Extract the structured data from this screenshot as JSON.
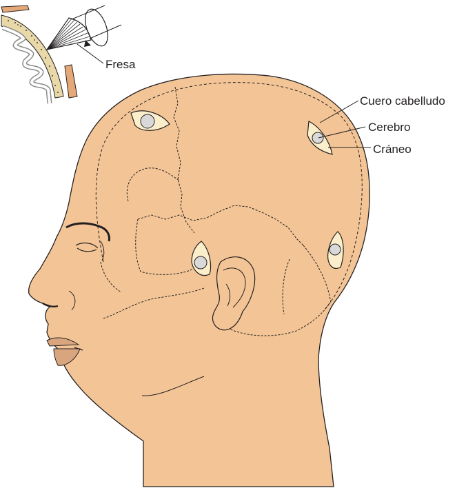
{
  "labels": {
    "drill": "Fresa",
    "scalp": "Cuero cabelludo",
    "brain": "Cerebro",
    "skull": "Cráneo"
  },
  "colors": {
    "skin": "#f3c596",
    "outline": "#231f20",
    "bone": "#fbeecb",
    "brain": "#d9d9d9",
    "lips": "#d9a57f",
    "scalp_strip": "#e5a978"
  },
  "icons": {
    "drill": "burr-drill-icon",
    "rotation": "rotation-arrow-icon"
  }
}
